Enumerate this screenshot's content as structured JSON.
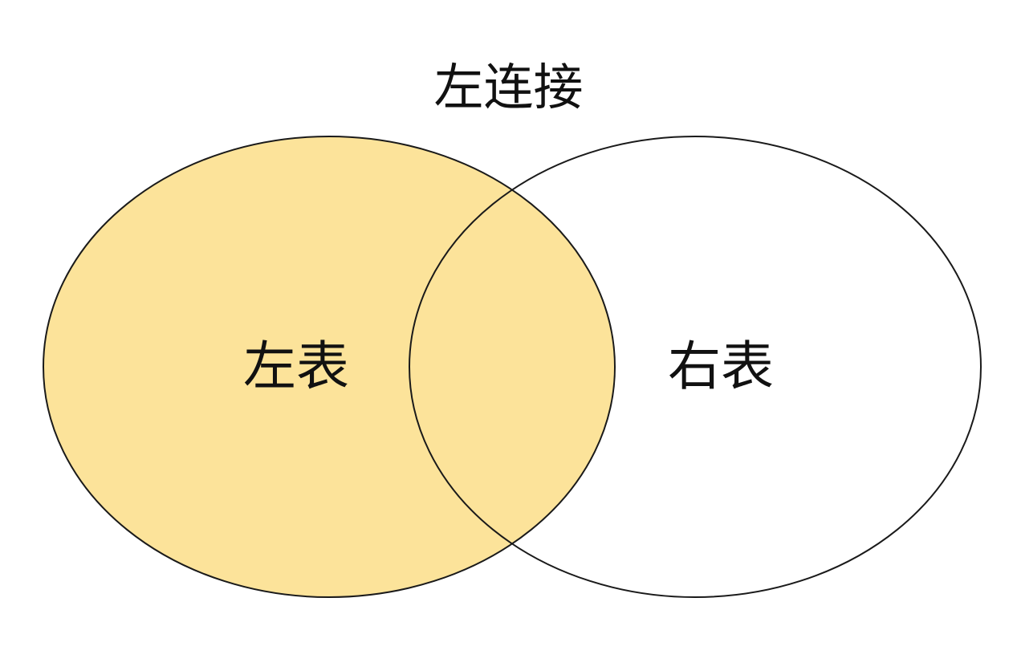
{
  "diagram": {
    "title": "左连接",
    "left_set": {
      "label": "左表",
      "fill": "#FCE39A",
      "highlighted": true
    },
    "right_set": {
      "label": "右表",
      "fill": "#FFFFFF",
      "highlighted": false
    },
    "overlap": {
      "fill": "#FCE39A",
      "highlighted": true
    },
    "stroke_color": "#1A1A1A"
  }
}
